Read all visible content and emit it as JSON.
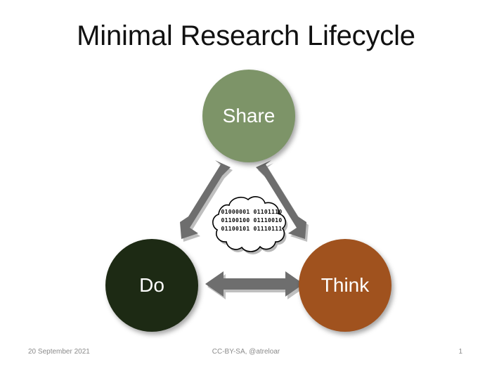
{
  "slide": {
    "title": "Minimal Research Lifecycle",
    "background_color": "#ffffff"
  },
  "diagram": {
    "type": "cycle-triangle",
    "nodes": [
      {
        "id": "share",
        "label": "Share",
        "color": "#7d9468",
        "text_color": "#ffffff"
      },
      {
        "id": "do",
        "label": "Do",
        "color": "#1d2a14",
        "text_color": "#ffffff"
      },
      {
        "id": "think",
        "label": "Think",
        "color": "#a0521e",
        "text_color": "#ffffff"
      }
    ],
    "arrows": [
      {
        "id": "do-share",
        "from": "do",
        "to": "share",
        "direction": "bidirectional",
        "color": "#6e6e6e"
      },
      {
        "id": "share-think",
        "from": "share",
        "to": "think",
        "direction": "bidirectional",
        "color": "#6e6e6e"
      },
      {
        "id": "do-think",
        "from": "do",
        "to": "think",
        "direction": "bidirectional",
        "color": "#6e6e6e"
      }
    ],
    "cloud": {
      "fill_color": "#ffffff",
      "stroke_color": "#000000",
      "lines": [
        "01000001 01101110",
        "01100100 01110010",
        "01100101 01110111"
      ]
    }
  },
  "footer": {
    "date": "20 September 2021",
    "credit": "CC-BY-SA, @atreloar",
    "page_number": "1"
  }
}
